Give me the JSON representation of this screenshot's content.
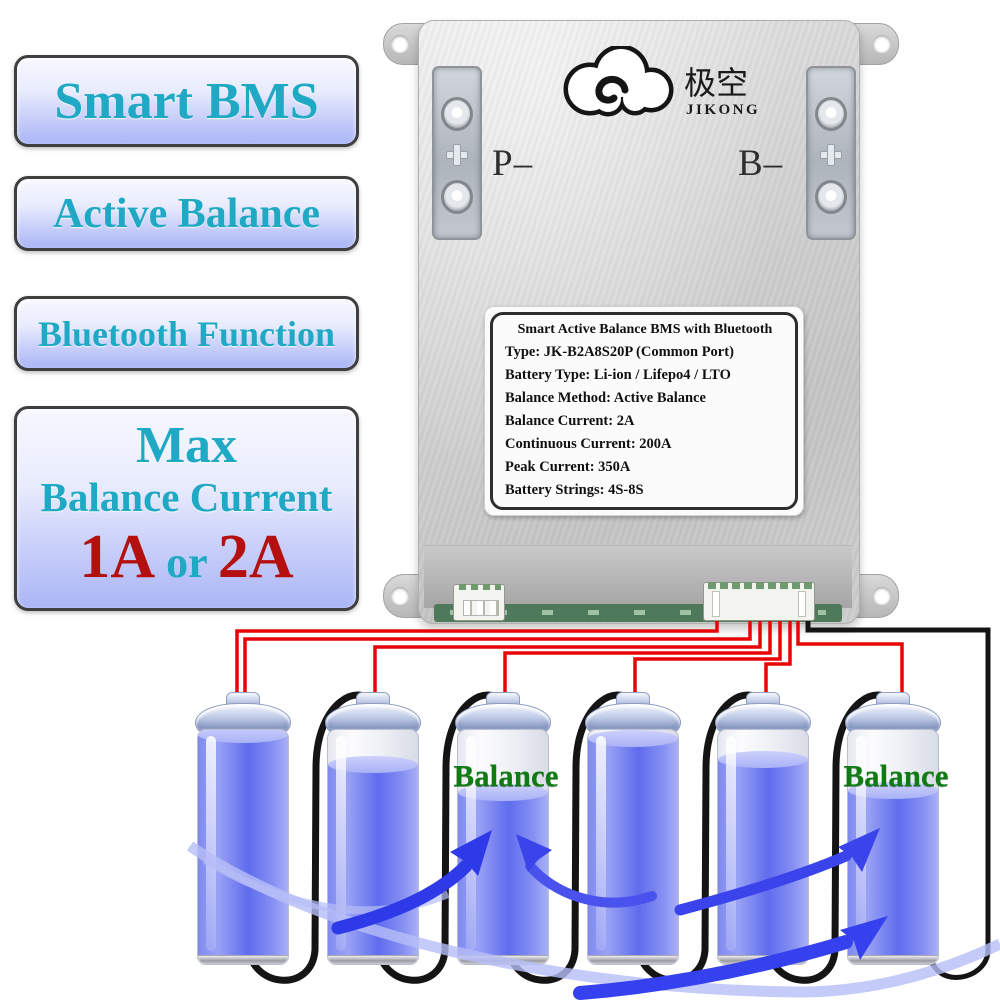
{
  "page": {
    "background": "#ffffff"
  },
  "promo_badges": {
    "smart_bms": "Smart BMS",
    "active_balance": "Active Balance",
    "bluetooth": "Bluetooth Function",
    "max_line1": "Max",
    "max_line2": "Balance Current",
    "max_value_a": "1A",
    "max_or": " or ",
    "max_value_b": "2A",
    "text_color": "#1fa9c4",
    "value_color": "#b51010"
  },
  "board": {
    "logo_cn": "极空",
    "logo_en": "JIKONG",
    "terminal_left": "P–",
    "terminal_right": "B–",
    "spec_label": {
      "title": "Smart Active Balance BMS with Bluetooth",
      "lines": [
        "Type: JK-B2A8S20P (Common Port)",
        "Battery Type: Li-ion / Lifepo4 / LTO",
        "Balance Method: Active Balance",
        "Balance Current: 2A",
        "Continuous Current: 200A",
        "Peak Current: 350A",
        "Battery Strings: 4S-8S"
      ]
    }
  },
  "battery_diagram": {
    "balance_label_left": "Balance",
    "balance_label_right": "Balance",
    "balance_label_color": "#0e7c12",
    "wire_red": "#e60606",
    "wire_black": "#141414",
    "arrow_blue": "#2e39e8",
    "arrow_light": "#b7bef7",
    "cells": [
      {
        "name": "cell-1",
        "fill_percent": 95
      },
      {
        "name": "cell-2",
        "fill_percent": 82
      },
      {
        "name": "cell-3",
        "fill_percent": 70
      },
      {
        "name": "cell-4",
        "fill_percent": 93
      },
      {
        "name": "cell-5",
        "fill_percent": 84
      },
      {
        "name": "cell-6",
        "fill_percent": 71
      }
    ]
  }
}
